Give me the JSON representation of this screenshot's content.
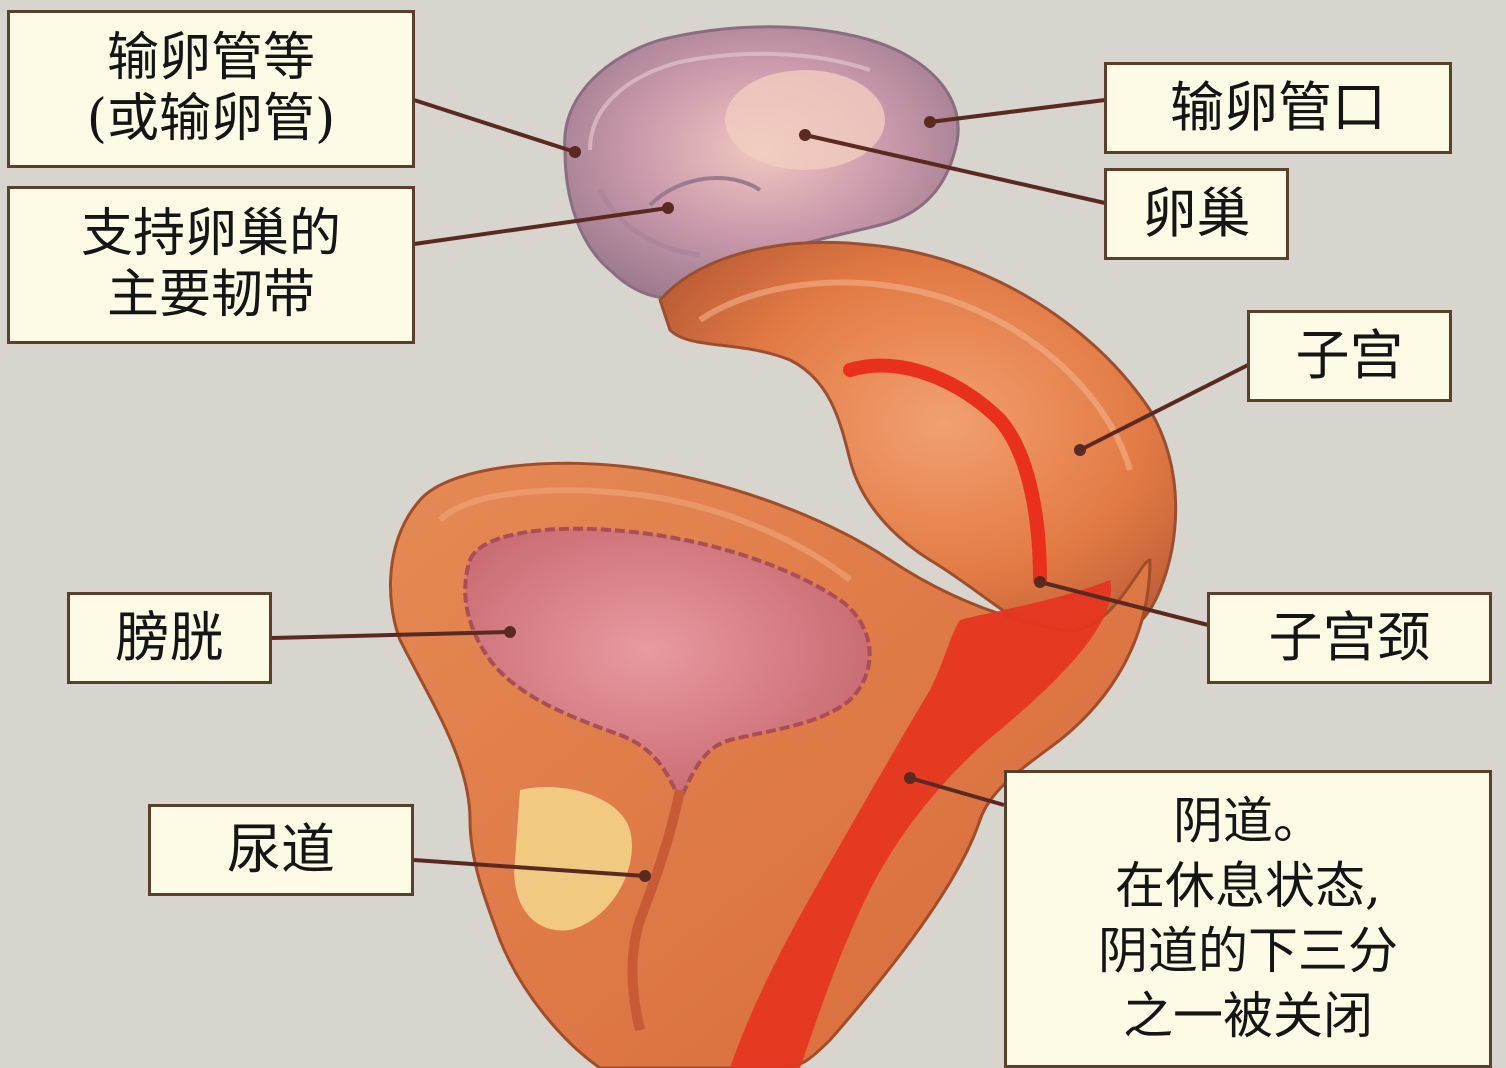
{
  "labels": {
    "fallopian_tubes": {
      "line1": "输卵管等",
      "line2": "(或输卵管)"
    },
    "ligament": {
      "line1": "支持卵巢的",
      "line2": "主要韧带"
    },
    "tube_opening": "输卵管口",
    "ovary": "卵巢",
    "uterus": "子宫",
    "bladder": "膀胱",
    "cervix": "子宫颈",
    "urethra": "尿道",
    "vagina": {
      "line1": "阴道。",
      "line2": "在休息状态,",
      "line3": "阴道的下三分",
      "line4": "之一被关闭"
    }
  },
  "colors": {
    "background": "#d8d4ce",
    "label_fill": "#fdfbe6",
    "label_border": "#5a3f2a",
    "leader_line": "#5a2a20",
    "tissue_orange": "#e07a45",
    "bladder_pink": "#d9767a",
    "vaginal_red": "#e6341f",
    "ovary_lilac": "#c898a8"
  }
}
